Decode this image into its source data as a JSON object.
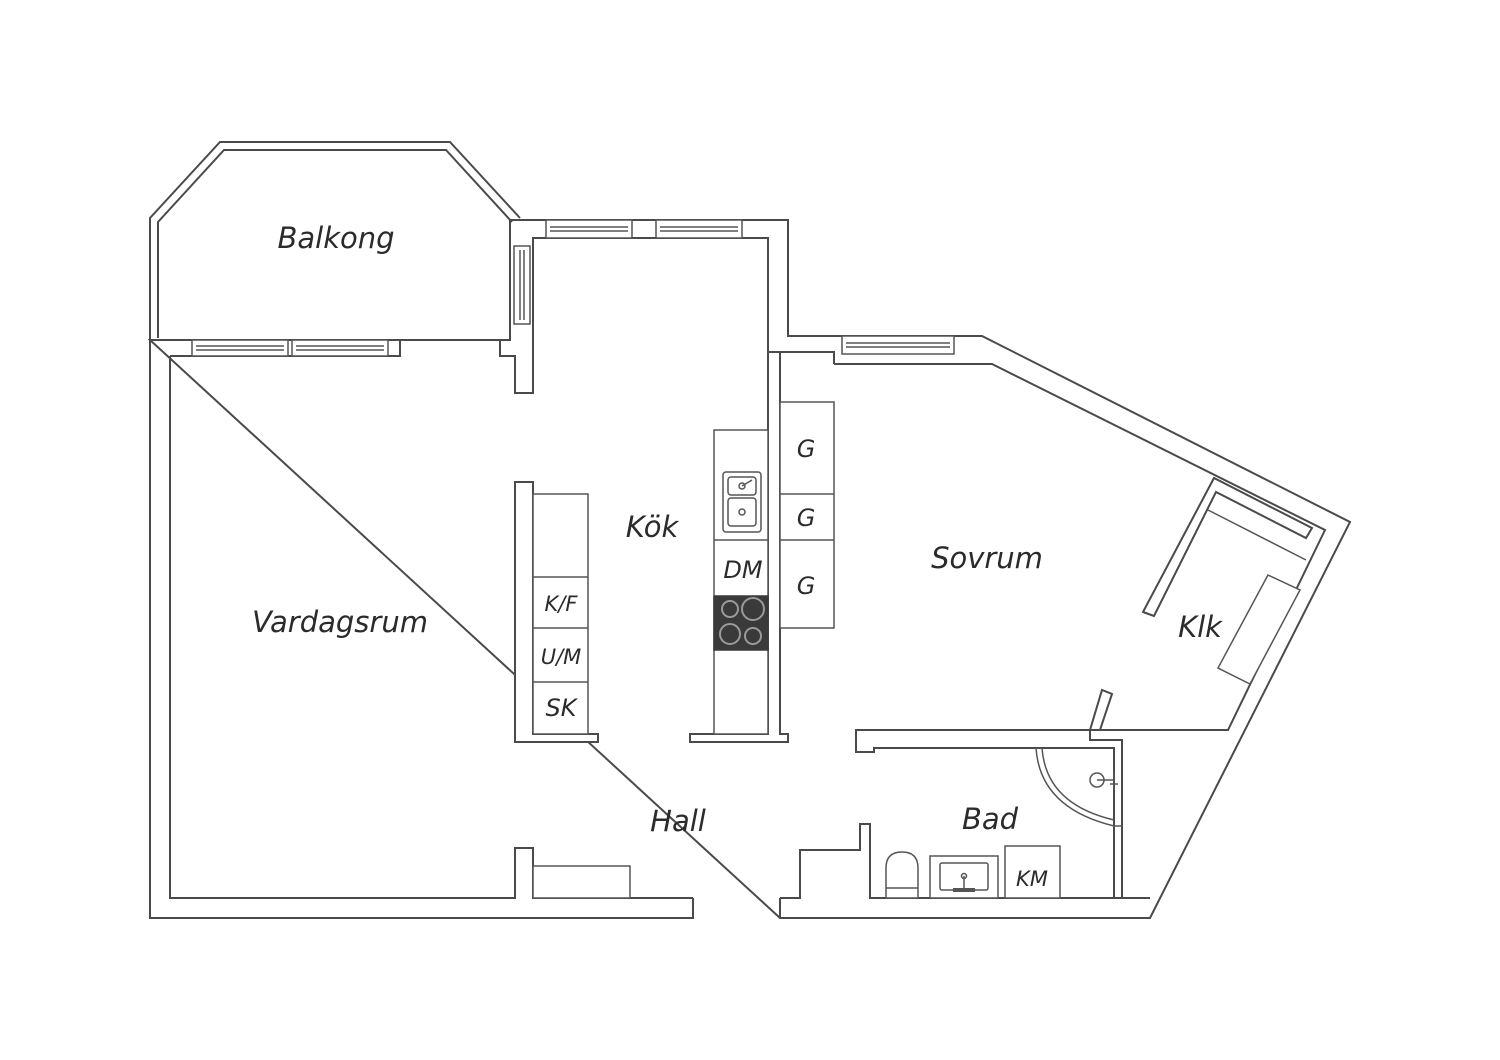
{
  "rooms": {
    "balkong": "Balkong",
    "vardagsrum": "Vardagsrum",
    "kok": "Kök",
    "sovrum": "Sovrum",
    "klk": "Klk",
    "hall": "Hall",
    "bad": "Bad"
  },
  "appliances": {
    "g1": "G",
    "g2": "G",
    "g3": "G",
    "dm": "DM",
    "kf": "K/F",
    "um": "U/M",
    "sk": "SK",
    "km": "KM"
  },
  "colors": {
    "wall": "#4a4a4a",
    "cooktop": "#3a3a3a",
    "background": "#ffffff"
  }
}
